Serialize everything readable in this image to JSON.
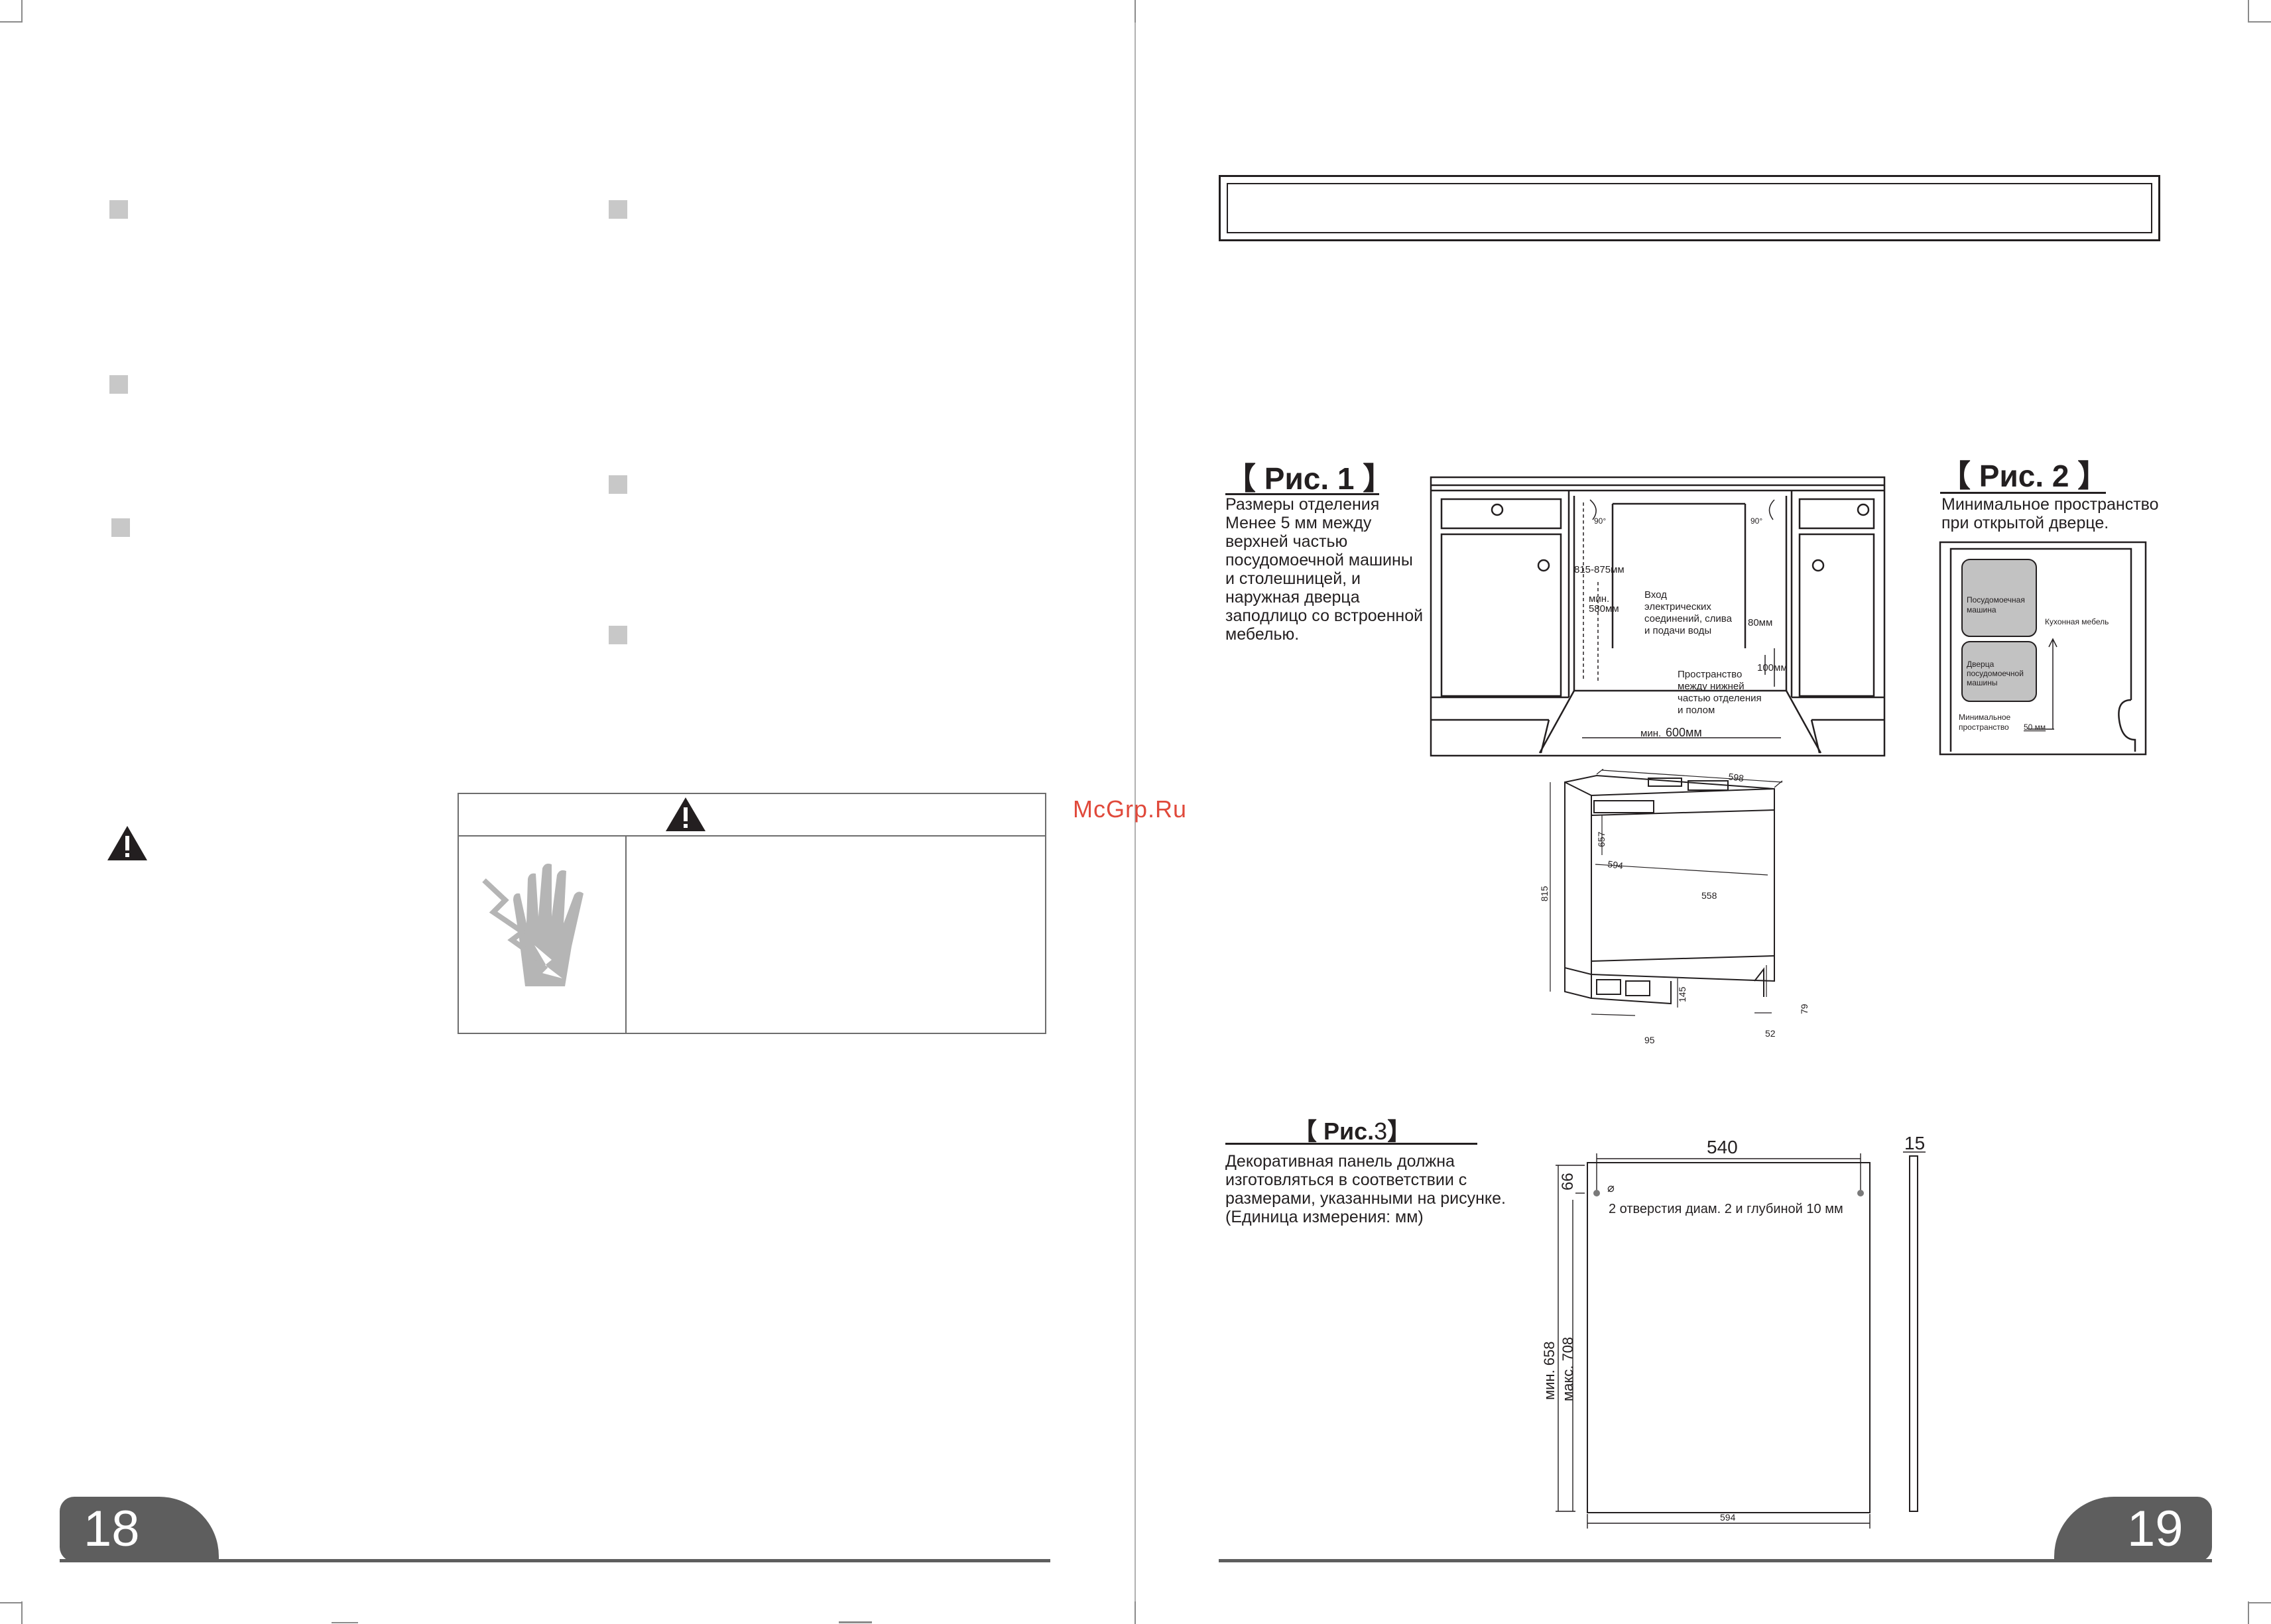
{
  "watermark": "McGrp.Ru",
  "page_left": {
    "number": "18"
  },
  "page_right": {
    "number": "19"
  },
  "warning": {
    "icon": "warning-triangle-icon",
    "image": "electric-shock-hand-icon"
  },
  "fig1": {
    "title": "【 Рис. 1 】",
    "lines": [
      "Размеры отделения",
      "Менее 5 мм между",
      "верхней частью",
      "посудомоечной машины",
      "и столешницей, и",
      "наружная дверца",
      "заподлицо со встроенной",
      "мебелью."
    ],
    "labels": {
      "angle_left": "90°",
      "angle_right": "90°",
      "height": "815-875мм",
      "min_label": "мин.",
      "min_value": "580мм",
      "inlet": [
        "Вход",
        "электрических",
        "соединений, слива",
        "и подачи воды"
      ],
      "d80": "80мм",
      "d100": "100мм",
      "space": [
        "Пространство",
        "между нижней",
        "частью отделения",
        "и полом"
      ],
      "width_prefix": "мин.",
      "width_value": "600мм"
    }
  },
  "fig2": {
    "title": "【 Рис. 2 】",
    "lines": [
      "Минимальное пространство",
      "при открытой дверце."
    ],
    "labels": {
      "machine": [
        "Посудомоечная",
        "машина"
      ],
      "furniture": "Кухонная мебель",
      "door": [
        "Дверца",
        "посудомоечной",
        "машины"
      ],
      "min_space": [
        "Минимальное",
        "пространство"
      ],
      "min_value": "50 мм"
    }
  },
  "appliance_dims": [
    "598",
    "657",
    "594",
    "558",
    "815",
    "145",
    "79",
    "52",
    "95"
  ],
  "fig3": {
    "title_prefix": "【 Рис.",
    "title_number": "3",
    "title_suffix": "】",
    "lines": [
      "Декоративная панель должна",
      "изготовляться  в соответствии с",
      "размерами, указанными на рисунке.",
      "(Единица измерения: мм)"
    ],
    "labels": {
      "width_top": "540",
      "thickness": "15",
      "offset": "66",
      "diameter": "⌀",
      "holes": "2 отверстия диам. 2 и глубиной 10 мм",
      "min_h": "мин. 658",
      "max_h": "макс. 708",
      "width_bottom": "594"
    }
  }
}
